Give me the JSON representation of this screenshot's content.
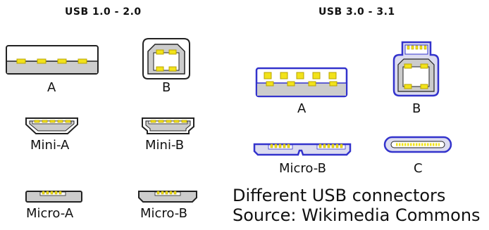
{
  "groups": {
    "usb2": {
      "title": "USB 1.0 - 2.0",
      "connectors": {
        "a": "A",
        "b": "B",
        "mini_a": "Mini-A",
        "mini_b": "Mini-B",
        "micro_a": "Micro-A",
        "micro_b": "Micro-B"
      }
    },
    "usb3": {
      "title": "USB 3.0 - 3.1",
      "connectors": {
        "a": "A",
        "b": "B",
        "micro_b": "Micro-B",
        "c": "C"
      }
    }
  },
  "caption": {
    "line1": "Different USB connectors",
    "line2": "Source: Wikimedia Commons"
  },
  "colors": {
    "outline": "#222222",
    "usb3_outline": "#3333cc",
    "usb3_fill": "#dcdcf0",
    "plastic": "#cccccc",
    "pin": "#f2e21a",
    "pin_edge": "#b8a400",
    "receptacle": "#ffffff"
  }
}
